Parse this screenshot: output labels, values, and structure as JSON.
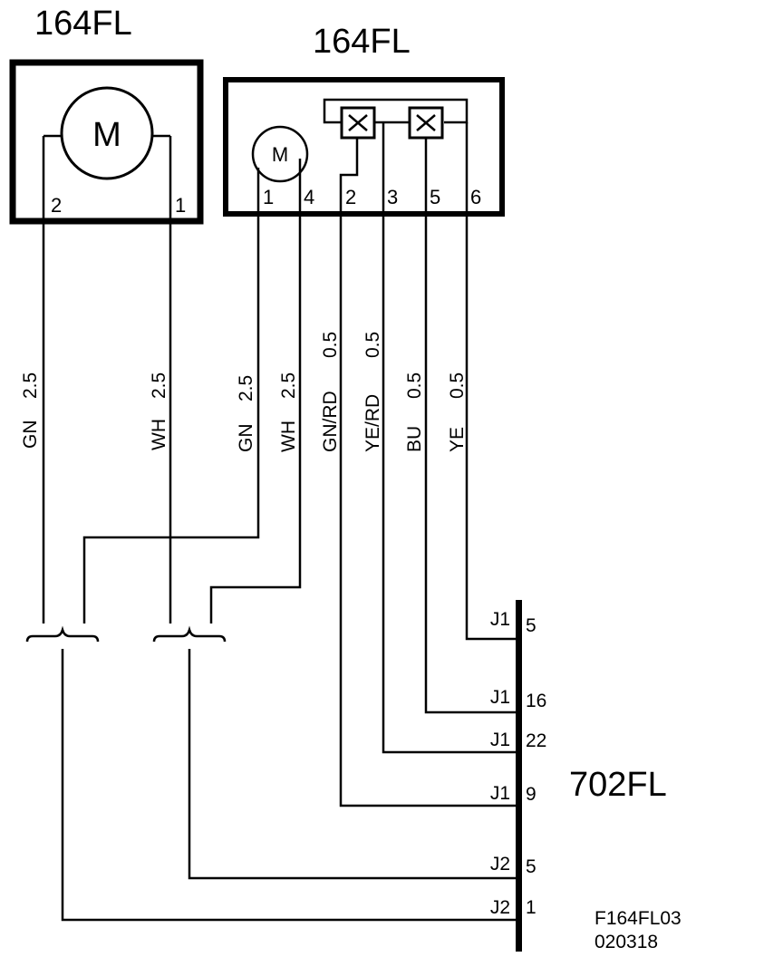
{
  "components": {
    "left_motor": {
      "ref": "164FL",
      "symbol": "M",
      "pins": [
        "2",
        "1"
      ]
    },
    "right_unit": {
      "ref": "164FL",
      "motor_symbol": "M",
      "pins": [
        "1",
        "4",
        "2",
        "3",
        "5",
        "6"
      ]
    },
    "connector_block": {
      "ref": "702FL"
    }
  },
  "wires": [
    {
      "color": "GN",
      "size": "2.5"
    },
    {
      "color": "WH",
      "size": "2.5"
    },
    {
      "color": "GN",
      "size": "2.5"
    },
    {
      "color": "WH",
      "size": "2.5"
    },
    {
      "color": "GN/RD",
      "size": "0.5"
    },
    {
      "color": "YE/RD",
      "size": "0.5"
    },
    {
      "color": "BU",
      "size": "0.5"
    },
    {
      "color": "YE",
      "size": "0.5"
    }
  ],
  "connector_pins": [
    {
      "conn": "J1",
      "pin": "5"
    },
    {
      "conn": "J1",
      "pin": "16"
    },
    {
      "conn": "J1",
      "pin": "22"
    },
    {
      "conn": "J1",
      "pin": "9"
    },
    {
      "conn": "J2",
      "pin": "5"
    },
    {
      "conn": "J2",
      "pin": "1"
    }
  ],
  "figure_id": {
    "code": "F164FL03",
    "date": "020318"
  }
}
